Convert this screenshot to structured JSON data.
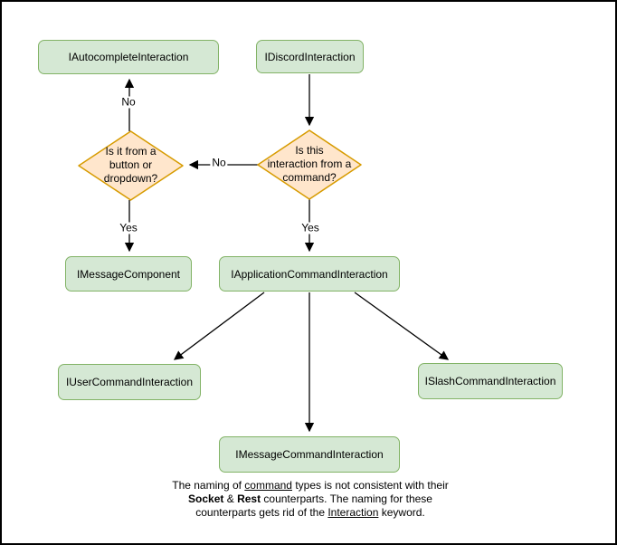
{
  "diagram": {
    "nodes": {
      "autocomplete": "IAutocompleteInteraction",
      "discord": "IDiscordInteraction",
      "message_component": "IMessageComponent",
      "application_command": "IApplicationCommandInteraction",
      "user_command": "IUserCommandInteraction",
      "slash_command": "ISlashCommandInteraction",
      "message_command": "IMessageCommandInteraction"
    },
    "decisions": {
      "button_dropdown": {
        "lines": [
          "Is it from a",
          "button or",
          "dropdown?"
        ]
      },
      "from_command": {
        "lines": [
          "Is this",
          "interaction from a",
          "command?"
        ]
      }
    },
    "edge_labels": {
      "no_up": "No",
      "no_left": "No",
      "yes_left": "Yes",
      "yes_right": "Yes"
    },
    "note": {
      "line1": [
        {
          "t": "The naming of "
        },
        {
          "t": "command"
        },
        {
          "t": " types is not consistent with their"
        }
      ],
      "line2": [
        {
          "t": "Socket"
        },
        {
          "t": " & "
        },
        {
          "t": "Rest"
        },
        {
          "t": " counterparts. The naming for these"
        }
      ],
      "line3": [
        {
          "t": "counterparts gets rid of the "
        },
        {
          "t": "Interaction"
        },
        {
          "t": " keyword."
        }
      ]
    },
    "colors": {
      "node_fill": "#d5e8d4",
      "node_border": "#82b366",
      "decision_fill": "#ffe6cc",
      "decision_border": "#d79b00",
      "edge": "#000000"
    }
  }
}
